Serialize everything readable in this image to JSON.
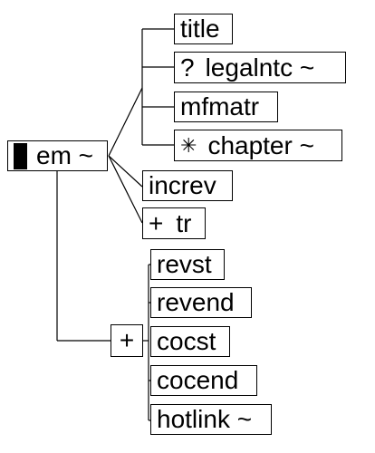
{
  "root": {
    "label": "em ~",
    "icon": "filled-block-icon"
  },
  "group_top": {
    "children": [
      {
        "label": "title",
        "symbol": ""
      },
      {
        "label": "legalntc ~",
        "symbol": "?"
      },
      {
        "label": "mfmatr",
        "symbol": ""
      },
      {
        "label": "chapter ~",
        "symbol": "✳"
      }
    ]
  },
  "increv": {
    "label": "increv"
  },
  "tr": {
    "label": "tr",
    "symbol": "+"
  },
  "choice_connector": {
    "symbol": "+"
  },
  "group_bottom": {
    "children": [
      {
        "label": "revst"
      },
      {
        "label": "revend"
      },
      {
        "label": "cocst"
      },
      {
        "label": "cocend"
      },
      {
        "label": "hotlink ~"
      }
    ]
  }
}
